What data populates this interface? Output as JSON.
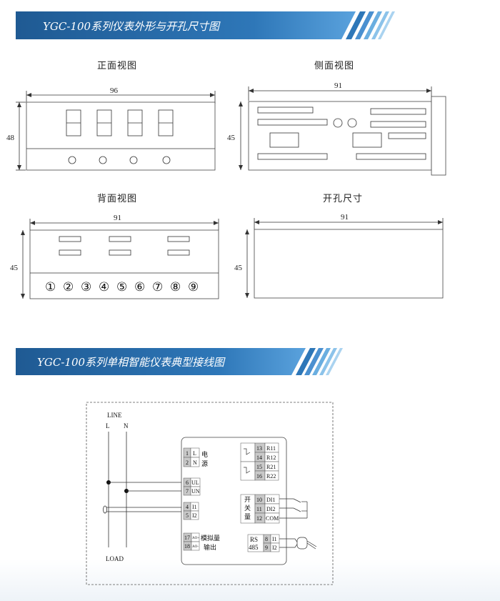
{
  "banner1": {
    "title": "YGC-100系列仪表外形与开孔尺寸图"
  },
  "banner2": {
    "title": "YGC-100系列单相智能仪表典型接线图"
  },
  "views": {
    "front": {
      "caption": "正面视图",
      "width": "96",
      "height": "48"
    },
    "side": {
      "caption": "侧面视图",
      "width": "91",
      "height": "45"
    },
    "back": {
      "caption": "背面视图",
      "width": "91",
      "height": "45",
      "terminals": [
        "①",
        "②",
        "③",
        "④",
        "⑤",
        "⑥",
        "⑦",
        "⑧",
        "⑨"
      ]
    },
    "cutout": {
      "caption": "开孔尺寸",
      "width": "91",
      "height": "45"
    }
  },
  "wiring": {
    "line_label": "LINE",
    "l_label": "L",
    "n_label": "N",
    "load_label": "LOAD",
    "power": {
      "t1": "1",
      "t2": "2",
      "l": "L",
      "n": "N",
      "label1": "电",
      "label2": "源"
    },
    "voltage": {
      "t6": "6",
      "t7": "7",
      "ul": "UL",
      "un": "UN"
    },
    "current": {
      "t4": "4",
      "t5": "5",
      "i1": "I1",
      "i2": "I2"
    },
    "analog": {
      "t17": "17",
      "t18": "18",
      "ao_plus": "AO+",
      "ao_minus": "AO-",
      "label1": "模拟量",
      "label2": "输出"
    },
    "relay": {
      "t13": "13",
      "t14": "14",
      "t15": "15",
      "t16": "16",
      "r11": "R11",
      "r12": "R12",
      "r21": "R21",
      "r22": "R22"
    },
    "switch": {
      "label1": "开",
      "label2": "关",
      "label3": "量",
      "t10": "10",
      "t11": "11",
      "t12": "12",
      "di1": "DI1",
      "di2": "DI2",
      "com": "COM"
    },
    "rs485": {
      "label1": "RS",
      "label2": "485",
      "t8": "8",
      "t9": "9",
      "i1": "I1",
      "i2": "I2"
    }
  }
}
